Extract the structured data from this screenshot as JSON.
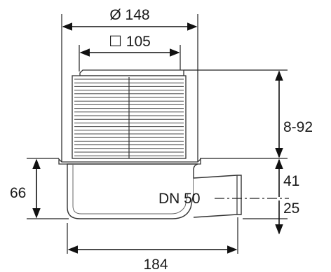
{
  "dimensions": {
    "top_diameter": "Ø 148",
    "inner_square": "☐ 105",
    "height_range": "8-92",
    "outlet_height": "41",
    "outlet_center": "25",
    "body_height": "66",
    "total_width": "184"
  },
  "labels": {
    "outlet": "DN 50"
  }
}
